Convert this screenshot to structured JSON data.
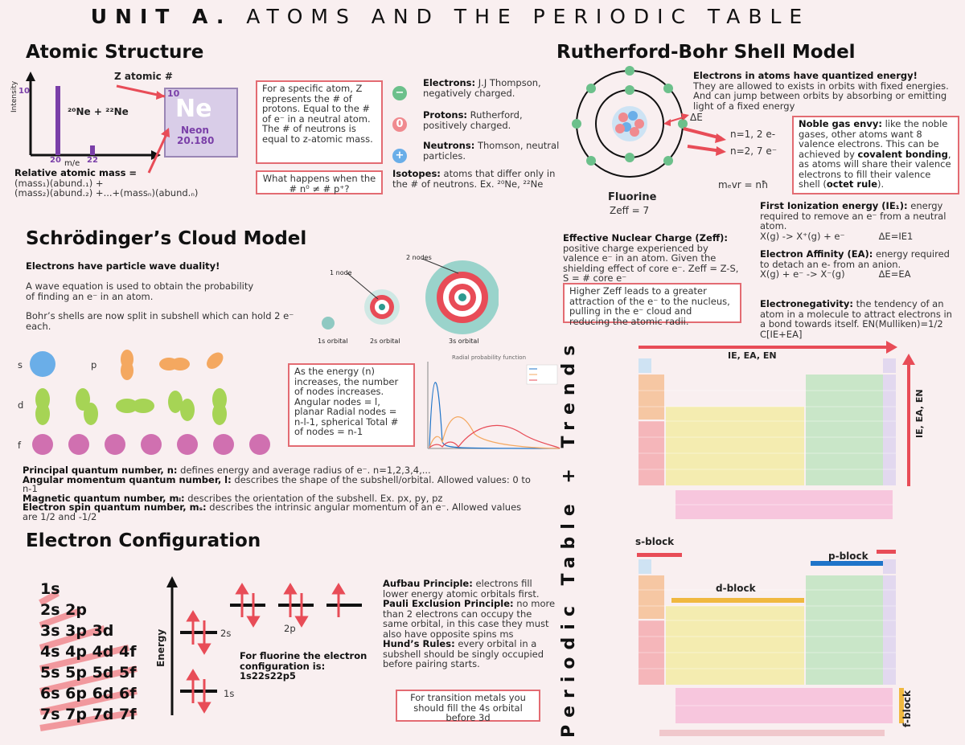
{
  "title": {
    "bold": "UNIT A.",
    "rest": "ATOMS AND THE PERIODIC TABLE"
  },
  "atomic": {
    "heading": "Atomic Structure",
    "z_atomic": "Z atomic #",
    "intensity": "Intensity",
    "isotopes": "²⁰Ne + ²²Ne",
    "tick10": "10",
    "tick20": "20",
    "tick22": "22",
    "mz": "m/e",
    "ne_num": "10",
    "ne_sym": "Ne",
    "ne_name": "Neon",
    "ne_mass": "20.180",
    "ram1": "Relative atomic mass =",
    "ram2": "(mass₁)(abund.₁) +",
    "ram3": "(mass₂)(abund.₂) +...+(massₙ)(abund.ₙ)",
    "box1": "For a specific atom, Z represents the # of protons. Equal to the # of e⁻ in a neutral atom. The # of neutrons is equal to z-atomic mass.",
    "box2": "What happens when the # n⁰ ≠ # p⁺?",
    "electrons_b": "Electrons:",
    "electrons": " J.J Thompson, negatively charged.",
    "protons_b": "Protons:",
    "protons": " Rutherford, positively charged.",
    "neutrons_b": "Neutrons:",
    "neutrons": " Thomson, neutral particles.",
    "isotopes_b": "Isotopes:",
    "isotopes_t": " atoms that differ only in the # of neutrons. Ex. ²⁰Ne, ²²Ne"
  },
  "bohr": {
    "heading": "Rutherford-Bohr Shell Model",
    "quant_b": "Electrons in atoms have quantized energy!",
    "quant": "They are allowed to exists in orbits with fixed energies. And can jump between orbits by absorbing or emitting light of a fixed energy",
    "dE": "ΔE",
    "n1": "n=1, 2 e-",
    "n2": "n=2, 7 e⁻",
    "mvr": "mₑvr = nħ",
    "fluorine": "Fluorine",
    "zeff": "Zeff = 7",
    "noble_b": "Noble gas envy:",
    "noble": " like the noble gases, other atoms want 8 valence electrons. This can be achieved by ",
    "noble_b2": "covalent bonding",
    "noble2": ", as atoms will share their valence electrons to fill their valence shell (",
    "noble_b3": "octet rule",
    "noble3": ")."
  },
  "schro": {
    "heading": "Schrödinger’s Cloud Model",
    "dual": "Electrons have particle wave duality!",
    "wave": "A wave equation is used to obtain the probability of finding an e⁻ in an atom.",
    "bohrs": "Bohr’s shells are now split in subshell which can hold 2 e⁻ each.",
    "label_s": "s",
    "label_p": "p",
    "label_d": "d",
    "label_f": "f",
    "node1": "1 node",
    "node2": "2 nodes",
    "orb1s": "1s orbital",
    "orb2s": "2s orbital",
    "orb3s": "3s orbital",
    "energybox": "As the energy (n) increases, the number of nodes increases. Angular nodes = l, planar Radial nodes = n-l-1, spherical Total # of nodes = n-1",
    "prob_title": "Radial probability function",
    "qn1_b": "Principal quantum number, n:",
    "qn1": " defines energy and average radius of e⁻. n=1,2,3,4,...",
    "qn2_b": "Angular momentum quantum number, l:",
    "qn2": " describes the shape of the subshell/orbital. Allowed values: 0 to n-1",
    "qn3_b": "Magnetic quantum number, mₗ:",
    "qn3": " describes the orientation of the subshell. Ex. px, py, pz",
    "qn4_b": "Electron spin quantum number, mₛ:",
    "qn4": " describes the intrinsic angular momentum of an e⁻. Allowed values are 1/2 and -1/2"
  },
  "econf": {
    "heading": "Electron Configuration",
    "lines": [
      "1s",
      "2s 2p",
      "3s 3p 3d",
      "4s 4p 4d 4f",
      "5s 5p 5d 5f",
      "6s 6p 6d 6f",
      "7s 7p 7d 7f"
    ],
    "energy": "Energy",
    "l1s": "1s",
    "l2s": "2s",
    "l2p": "2p",
    "fl_b": "For fluorine the electron configuration is:",
    "fl": "1s22s22p5",
    "aufbau_b": "Aufbau Principle:",
    "aufbau": " electrons fill lower energy atomic orbitals first.",
    "pauli_b": "Pauli Exclusion Principle:",
    "pauli": " no more than 2 electrons can occupy the same orbital, in this case they must also have opposite spins ms",
    "hund_b": "Hund’s Rules:",
    "hund": " every orbital in a subshell should be singly occupied before pairing starts.",
    "trans": "For transition metals you should fill the 4s orbital before 3d"
  },
  "trends": {
    "vertical": "Periodic Table + Trends",
    "zeff_b": "Effective Nuclear Charge (Zeff):",
    "zeff": " positive charge experienced by valence e⁻ in an atom. Given the shielding effect of core e⁻. Zeff = Z-S, S = # core e⁻",
    "zeffbox": "Higher Zeff leads to a greater attraction of the e⁻ to the nucleus, pulling in the e⁻ cloud and reducing the atomic radii.",
    "ie_b": "First Ionization energy (IE₁):",
    "ie": " energy required to remove an e⁻ from a neutral atom.",
    "ie_eq": "X(g) -> X⁺(g) + e⁻",
    "ie_de": "ΔE=IE1",
    "ea_b": "Electron Affinity (EA):",
    "ea": " energy required to detach an e- from an anion.",
    "ea_eq": "X(g) + e⁻ -> X⁻(g)",
    "ea_de": "ΔE=EA",
    "en_b": "Electronegativity:",
    "en": " the tendency of an atom in a molecule to attract electrons in a bond towards itself. EN(Mulliken)=1/2 C[IE+EA]",
    "arrow_h": "IE, EA, EN",
    "arrow_v": "IE, EA, EN",
    "sblock": "s-block",
    "pblock": "p-block",
    "dblock": "d-block",
    "fblock": "f-block"
  },
  "colors": {
    "accent": "#e84c57",
    "border": "#e36b72",
    "green": "#6cc08b",
    "blue": "#1f74c9",
    "yellow": "#f0b840",
    "purple": "#8a4fb8"
  }
}
